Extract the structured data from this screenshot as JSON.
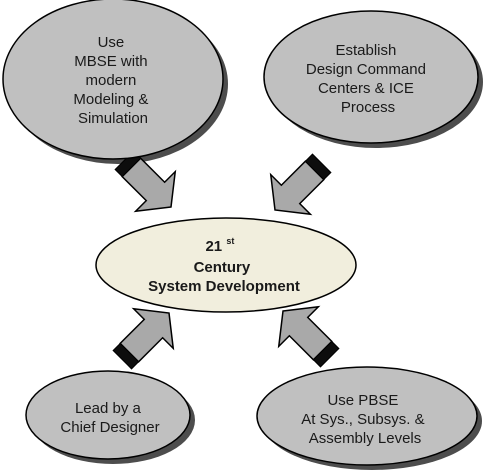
{
  "nodes": {
    "top_left": {
      "lines": [
        "Use",
        "MBSE with",
        "modern",
        "Modeling &",
        "Simulation"
      ]
    },
    "top_right": {
      "lines": [
        "Establish",
        "Design Command",
        "Centers & ICE",
        "Process"
      ]
    },
    "center": {
      "number": "21",
      "superscript": "st",
      "line2": "Century",
      "line3": "System Development"
    },
    "bottom_left": {
      "lines": [
        "Lead by a",
        "Chief Designer"
      ]
    },
    "bottom_right": {
      "lines": [
        "Use PBSE",
        "At Sys., Subsys. &",
        "Assembly Levels"
      ]
    }
  },
  "colors": {
    "outer_fill": "#c0c0c0",
    "center_fill": "#f1eedd",
    "stroke": "#000000",
    "arrow_fill": "#a9a9a9",
    "arrow_band": "#0d0d0d",
    "shadow": "#4d4d4d"
  }
}
